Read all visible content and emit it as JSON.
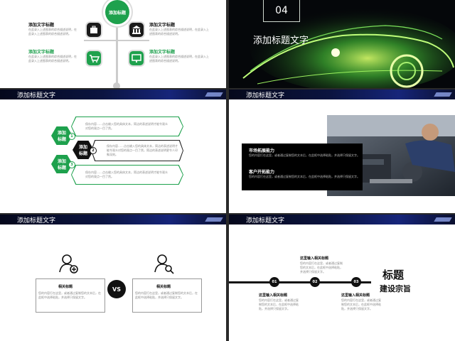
{
  "slide1": {
    "center_label": "添加标题",
    "items": [
      {
        "title": "添加文字标题",
        "text": "在此录入上述图表的综合描述说明，在此录入上述图表的综合描述说明。"
      },
      {
        "title": "添加文字标题",
        "text": "在此录入上述图表的综合描述说明，在此录入上述图表的综合描述说明。"
      },
      {
        "title": "添加文字标题",
        "text": "在此录入上述图表的综合描述说明，在此录入上述图表的综合描述说明。"
      },
      {
        "title": "添加文字标题",
        "text": "在此录入上述图表的综合描述说明，在此录入上述图表的综合描述说明。"
      }
    ]
  },
  "slide2": {
    "number": "04",
    "title": "添加标题文字"
  },
  "slide3": {
    "header": "添加标题文字",
    "hexes": [
      {
        "label": "添加\n标题",
        "num": "1",
        "text": "保存内容……点击输入您的具体文本，简洁的表述说明才能令观众对您的观点一目了然。"
      },
      {
        "label": "添加\n标题",
        "num": "2",
        "text": "保存内容……点击输入您的具体文本，简洁的表述说明才能令观众对您的观点一目了然，简洁的表述说明更令人印象深刻。"
      },
      {
        "label": "添加\n标题",
        "num": "3",
        "text": "保存内容……点击输入您的具体文本，简洁的表述说明才能令观众对您的观点一目了然。"
      }
    ]
  },
  "slide4": {
    "header": "添加标题文字",
    "blocks": [
      {
        "title": "市场拓展能力",
        "text": "您的内容打在这里，或者通过复制您的文本后，在此框中选择粘贴，并选择只保留文字。"
      },
      {
        "title": "客户开拓能力",
        "text": "您的内容打在这里，或者通过复制您的文本后，在此框中选择粘贴，并选择只保留文字。"
      }
    ]
  },
  "slide5": {
    "header": "添加标题文字",
    "vs": "VS",
    "left": {
      "title": "相关标题",
      "text": "您的内容打在这里，或者通过复制您的文本后，在此框中选择粘贴，并选择只保留文字。"
    },
    "right": {
      "title": "相关标题",
      "text": "您的内容打在这里，或者通过复制您的文本后，在此框中选择粘贴，并选择只保留文字。"
    }
  },
  "slide6": {
    "header": "添加标题文字",
    "title1": "标题",
    "title2": "建设宗旨",
    "steps": [
      {
        "num": "01",
        "title": "这里输入相关标题",
        "text": "您的内容打在这里，或者通过复制您的文本后，在此框中选择粘贴，并选择只保留文字。"
      },
      {
        "num": "02",
        "title": "这里输入相关标题",
        "text": "您的内容打在这里，或者通过复制您的文本后，在此框中选择粘贴，并选择只保留文字。"
      },
      {
        "num": "03",
        "title": "这里输入相关标题",
        "text": "您的内容打在这里，或者通过复制您的文本后，在此框中选择粘贴，并选择只保留文字。"
      }
    ]
  }
}
